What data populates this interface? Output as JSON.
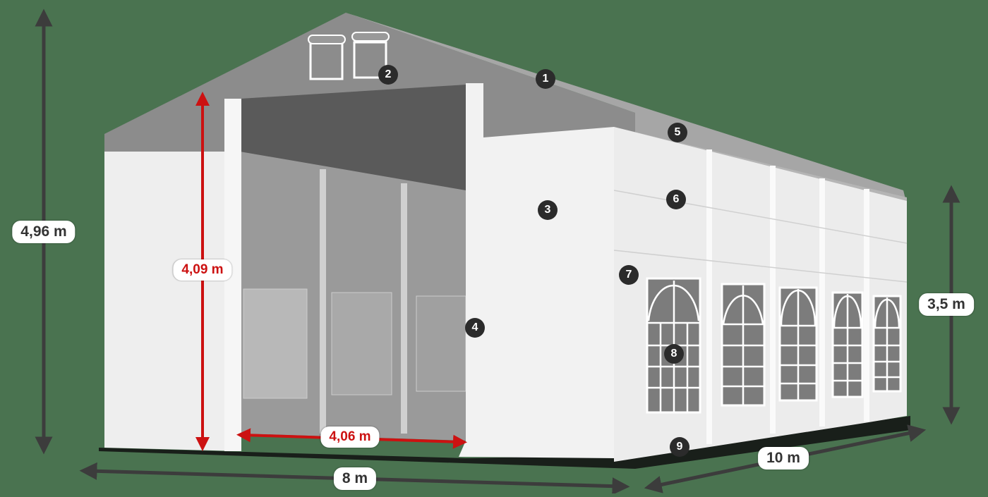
{
  "diagram": {
    "subject": "Tent / hall structure with dimension annotations",
    "colors": {
      "background": "#4a7350",
      "roof": "#8c8c8c",
      "walls": "#f0f0f0",
      "interior": "#9a9a9a",
      "dimension_dark": "#3c3c3c",
      "dimension_red": "#cc1111",
      "marker": "#2b2b2b"
    },
    "dimensions": {
      "total_height": "4,96 m",
      "entrance_height": "4,09 m",
      "entrance_width": "4,06 m",
      "width": "8 m",
      "length": "10 m",
      "side_height": "3,5 m"
    },
    "markers": [
      {
        "id": "1",
        "label": "1"
      },
      {
        "id": "2",
        "label": "2"
      },
      {
        "id": "3",
        "label": "3"
      },
      {
        "id": "4",
        "label": "4"
      },
      {
        "id": "5",
        "label": "5"
      },
      {
        "id": "6",
        "label": "6"
      },
      {
        "id": "7",
        "label": "7"
      },
      {
        "id": "8",
        "label": "8"
      },
      {
        "id": "9",
        "label": "9"
      }
    ],
    "side_windows_count": 5
  }
}
